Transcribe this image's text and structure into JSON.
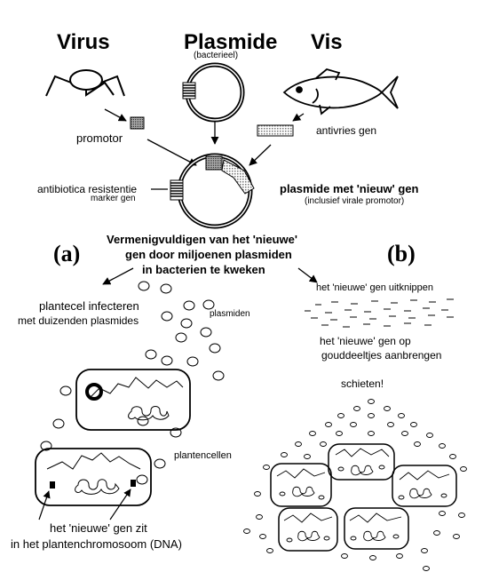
{
  "titles": {
    "virus": "Virus",
    "plasmide": "Plasmide",
    "plasmide_sub": "(bacterieel)",
    "vis": "Vis"
  },
  "labels": {
    "promotor": "promotor",
    "antivries_gen": "antivries gen",
    "antibiotica_1": "antibiotica resistentie",
    "antibiotica_2": "marker gen",
    "plasmide_nieuw_1": "plasmide met 'nieuw' gen",
    "plasmide_nieuw_2": "(inclusief virale promotor)",
    "vermenigvuldigen_1": "Vermenigvuldigen van het 'nieuwe'",
    "vermenigvuldigen_2": "gen door miljoenen plasmiden",
    "vermenigvuldigen_3": "in bacterien te kweken",
    "route_a": "(a)",
    "route_b": "(b)",
    "plantecel_1": "plantecel infecteren",
    "plantecel_2": "met duizenden plasmides",
    "plasmiden": "plasmiden",
    "plantencellen": "plantencellen",
    "gen_zit_1": "het 'nieuwe' gen zit",
    "gen_zit_2": "in het plantenchromosoom (DNA)",
    "uitknippen": "het 'nieuwe' gen uitknippen",
    "goud_1": "het 'nieuwe' gen op",
    "goud_2": "gouddeeltjes aanbrengen",
    "schieten": "schieten!"
  }
}
